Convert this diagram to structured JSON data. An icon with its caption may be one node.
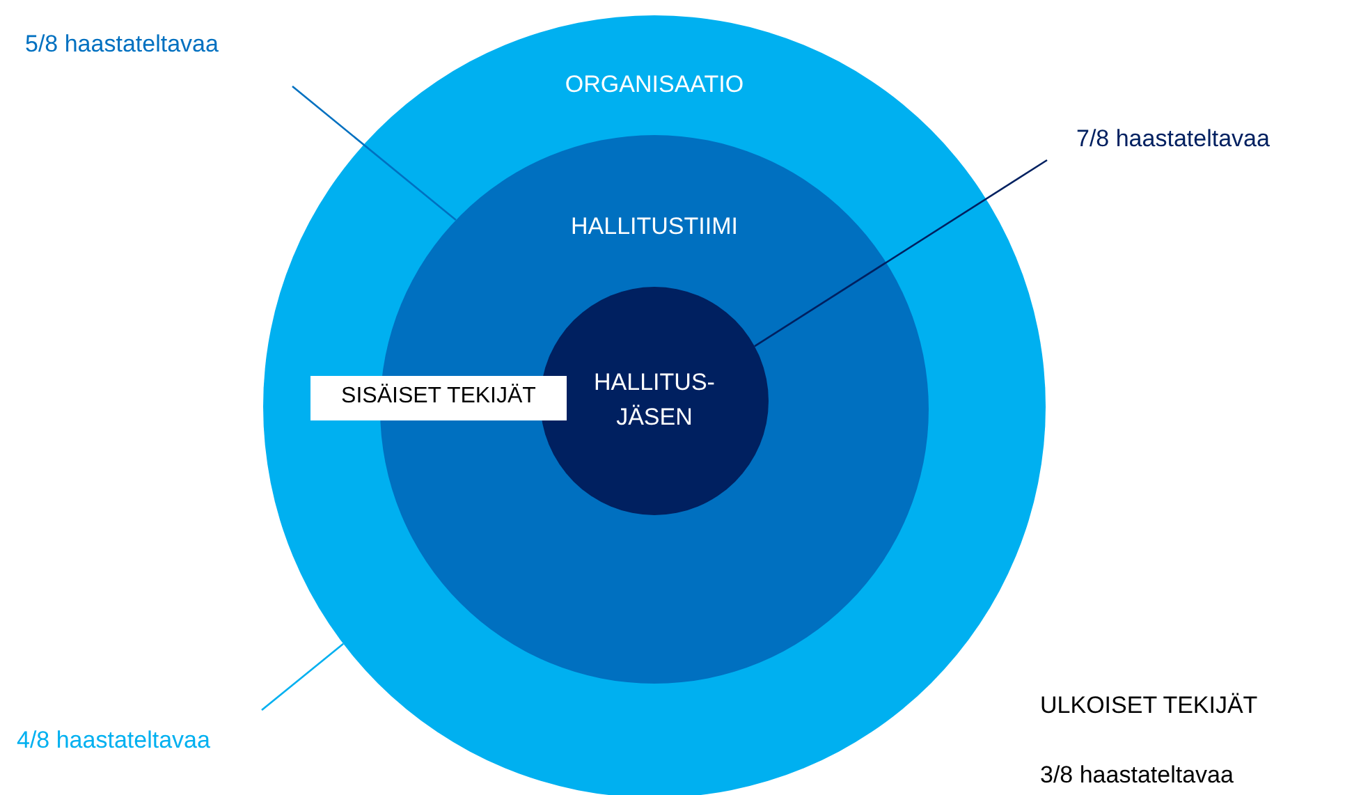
{
  "diagram": {
    "nodes": [
      {
        "text": [
          "ORGANISAATIO"
        ]
      },
      {
        "text": [
          "HALLITUSTIIMI"
        ],
        "in": 0
      },
      {
        "text": [
          "HALLITUS- JÄSEN"
        ],
        "in": 1
      },
      {
        "text": [
          "SISÄISET TEKIJÄT"
        ],
        "in": 0
      },
      {
        "text": [
          "5/8 haastateltavaa"
        ]
      },
      {
        "text": [
          "7/8 haastateltavaa"
        ]
      },
      {
        "text": [
          "4/8 haastateltavaa"
        ]
      }
    ],
    "edges": [
      {
        "from": 4,
        "to": 1,
        "arrow": "none",
        "color": "#0070c0"
      },
      {
        "from": 5,
        "to": 2,
        "arrow": "none",
        "color": "#002060"
      },
      {
        "from": 6,
        "to": 0,
        "arrow": "none",
        "color": "#00b0f0"
      }
    ],
    "labels": [
      "ULKOISET TEKIJÄT",
      "3/8 haastateltavaa"
    ]
  }
}
